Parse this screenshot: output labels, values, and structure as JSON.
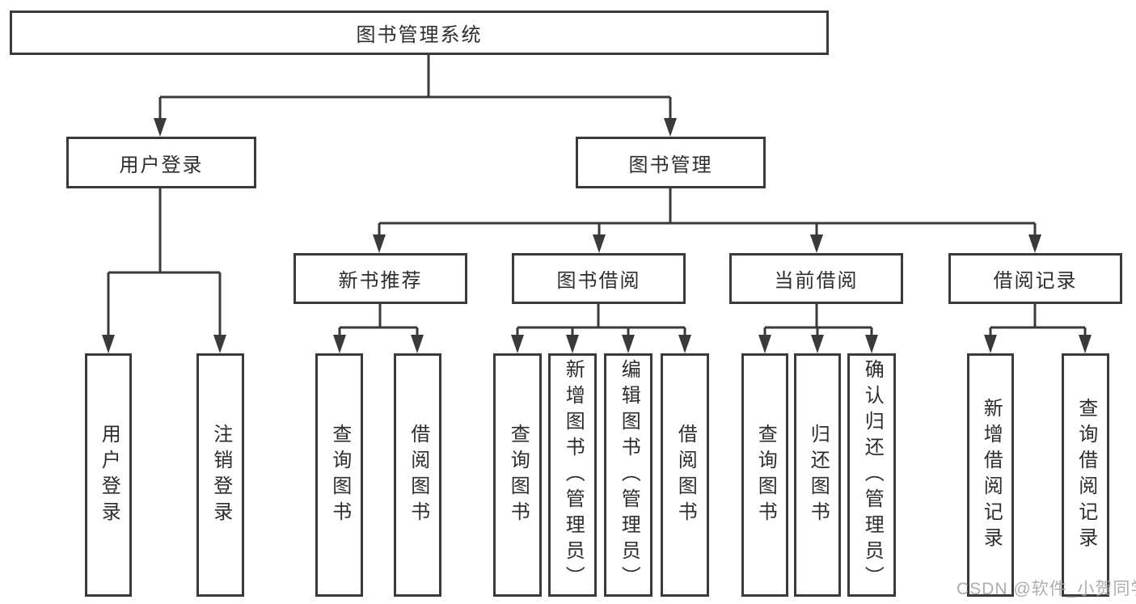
{
  "diagram_title": "图书管理系统",
  "tree": {
    "root": {
      "label": "图书管理系统"
    },
    "branches": [
      {
        "label": "用户登录",
        "children": [
          {
            "label": "用户登录"
          },
          {
            "label": "注销登录"
          }
        ]
      },
      {
        "label": "图书管理",
        "children": [
          {
            "label": "新书推荐",
            "children": [
              {
                "label": "查询图书"
              },
              {
                "label": "借阅图书"
              }
            ]
          },
          {
            "label": "图书借阅",
            "children": [
              {
                "label": "查询图书"
              },
              {
                "label": "新增图书（管理员）"
              },
              {
                "label": "编辑图书（管理员）"
              },
              {
                "label": "借阅图书"
              }
            ]
          },
          {
            "label": "当前借阅",
            "children": [
              {
                "label": "查询图书"
              },
              {
                "label": "归还图书"
              },
              {
                "label": "确认归还（管理员）"
              }
            ]
          },
          {
            "label": "借阅记录",
            "children": [
              {
                "label": "新增借阅记录"
              },
              {
                "label": "查询借阅记录"
              }
            ]
          }
        ]
      }
    ]
  },
  "watermark": {
    "text": "CSDN @软件_小贺同学"
  },
  "colors": {
    "line": "#3a3a3a",
    "box_border": "#3a3a3a",
    "text": "#2d2d2d",
    "background": "#ffffff",
    "watermark": "#a5a5a5"
  }
}
